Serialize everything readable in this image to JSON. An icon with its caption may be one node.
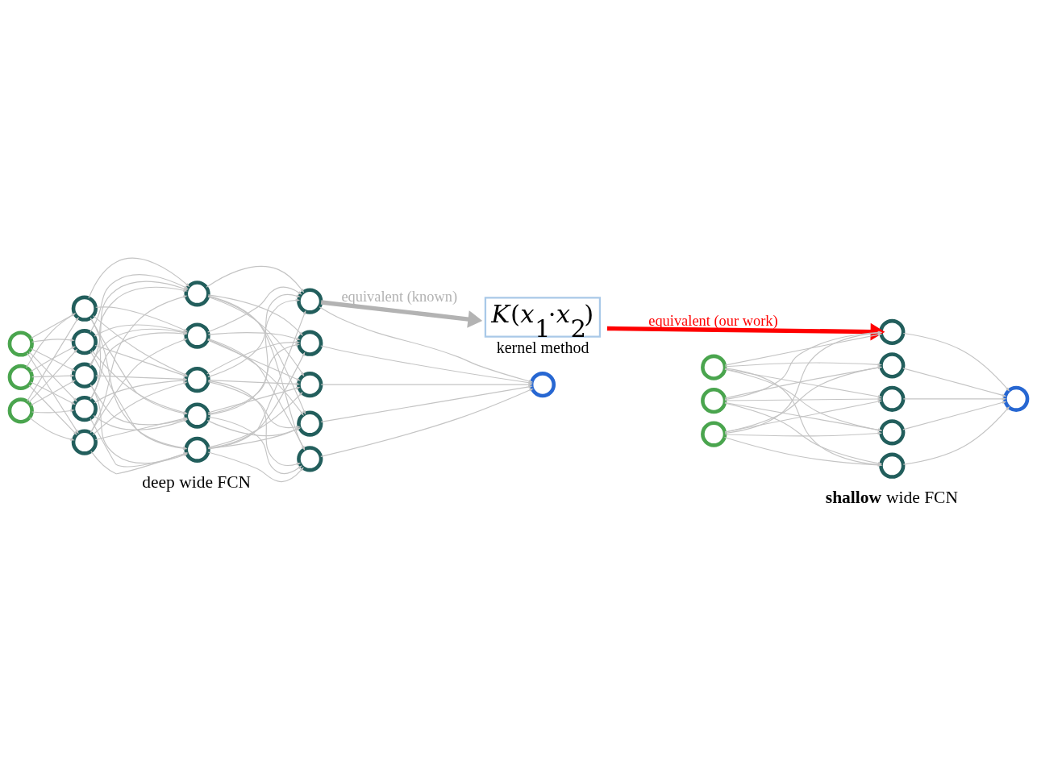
{
  "diagram": {
    "nodes": [
      {
        "text": [
          "*K*(*x*$_{1}$·*x*$_{2}$)",
          "kernel method"
        ]
      },
      {
        "text": [],
        "shape": "circle"
      },
      {
        "text": [],
        "shape": "circle"
      },
      {
        "text": [],
        "shape": "circle"
      },
      {
        "text": [],
        "shape": "circle"
      },
      {
        "text": [],
        "shape": "circle"
      },
      {
        "text": [],
        "shape": "circle"
      },
      {
        "text": [],
        "shape": "circle"
      },
      {
        "text": [],
        "shape": "circle"
      },
      {
        "text": [],
        "shape": "circle"
      },
      {
        "text": [],
        "shape": "circle"
      },
      {
        "text": [],
        "shape": "circle"
      },
      {
        "text": [],
        "shape": "circle"
      },
      {
        "text": [],
        "shape": "circle"
      },
      {
        "text": [],
        "shape": "circle"
      },
      {
        "text": [],
        "shape": "circle"
      },
      {
        "text": [],
        "shape": "circle"
      },
      {
        "text": [],
        "shape": "circle"
      },
      {
        "text": [],
        "shape": "circle"
      },
      {
        "text": [],
        "shape": "circle"
      },
      {
        "text": [],
        "shape": "circle"
      },
      {
        "text": [],
        "shape": "circle"
      },
      {
        "text": [],
        "shape": "circle"
      },
      {
        "text": [],
        "shape": "circle"
      },
      {
        "text": [],
        "shape": "circle"
      },
      {
        "text": [],
        "shape": "circle"
      },
      {
        "text": [],
        "shape": "circle"
      },
      {
        "text": [],
        "shape": "circle"
      },
      {
        "text": [],
        "shape": "circle"
      }
    ],
    "edges": [
      {
        "from": 1,
        "to": 4,
        "arrow": "to"
      },
      {
        "from": 1,
        "to": 5,
        "arrow": "to"
      },
      {
        "from": 1,
        "to": 6,
        "arrow": "to"
      },
      {
        "from": 1,
        "to": 7,
        "arrow": "to"
      },
      {
        "from": 1,
        "to": 8,
        "arrow": "to"
      },
      {
        "from": 2,
        "to": 4,
        "arrow": "to"
      },
      {
        "from": 2,
        "to": 5,
        "arrow": "to"
      },
      {
        "from": 2,
        "to": 6,
        "arrow": "to"
      },
      {
        "from": 2,
        "to": 7,
        "arrow": "to"
      },
      {
        "from": 2,
        "to": 8,
        "arrow": "to"
      },
      {
        "from": 3,
        "to": 4,
        "arrow": "to"
      },
      {
        "from": 3,
        "to": 5,
        "arrow": "to"
      },
      {
        "from": 3,
        "to": 6,
        "arrow": "to"
      },
      {
        "from": 3,
        "to": 7,
        "arrow": "to"
      },
      {
        "from": 3,
        "to": 8,
        "arrow": "to"
      },
      {
        "from": 4,
        "to": 9,
        "arrow": "to"
      },
      {
        "from": 4,
        "to": 10,
        "arrow": "to"
      },
      {
        "from": 4,
        "to": 11,
        "arrow": "to"
      },
      {
        "from": 4,
        "to": 12,
        "arrow": "to"
      },
      {
        "from": 4,
        "to": 13,
        "arrow": "to"
      },
      {
        "from": 5,
        "to": 9,
        "arrow": "to"
      },
      {
        "from": 5,
        "to": 10,
        "arrow": "to"
      },
      {
        "from": 5,
        "to": 11,
        "arrow": "to"
      },
      {
        "from": 5,
        "to": 12,
        "arrow": "to"
      },
      {
        "from": 5,
        "to": 13,
        "arrow": "to"
      },
      {
        "from": 6,
        "to": 9,
        "arrow": "to"
      },
      {
        "from": 6,
        "to": 10,
        "arrow": "to"
      },
      {
        "from": 6,
        "to": 11,
        "arrow": "to"
      },
      {
        "from": 6,
        "to": 12,
        "arrow": "to"
      },
      {
        "from": 6,
        "to": 13,
        "arrow": "to"
      },
      {
        "from": 7,
        "to": 9,
        "arrow": "to"
      },
      {
        "from": 7,
        "to": 10,
        "arrow": "to"
      },
      {
        "from": 7,
        "to": 11,
        "arrow": "to"
      },
      {
        "from": 7,
        "to": 12,
        "arrow": "to"
      },
      {
        "from": 7,
        "to": 13,
        "arrow": "to"
      },
      {
        "from": 8,
        "to": 9,
        "arrow": "to"
      },
      {
        "from": 8,
        "to": 10,
        "arrow": "to"
      },
      {
        "from": 8,
        "to": 11,
        "arrow": "to"
      },
      {
        "from": 8,
        "to": 12,
        "arrow": "to"
      },
      {
        "from": 8,
        "to": 13,
        "arrow": "to"
      },
      {
        "from": 9,
        "to": 14,
        "arrow": "to"
      },
      {
        "from": 9,
        "to": 15,
        "arrow": "to"
      },
      {
        "from": 9,
        "to": 16,
        "arrow": "to"
      },
      {
        "from": 9,
        "to": 17,
        "arrow": "to"
      },
      {
        "from": 9,
        "to": 18,
        "arrow": "to"
      },
      {
        "from": 10,
        "to": 14,
        "arrow": "to"
      },
      {
        "from": 10,
        "to": 15,
        "arrow": "to"
      },
      {
        "from": 10,
        "to": 16,
        "arrow": "to"
      },
      {
        "from": 10,
        "to": 17,
        "arrow": "to"
      },
      {
        "from": 10,
        "to": 18,
        "arrow": "to"
      },
      {
        "from": 11,
        "to": 14,
        "arrow": "to"
      },
      {
        "from": 11,
        "to": 15,
        "arrow": "to"
      },
      {
        "from": 11,
        "to": 16,
        "arrow": "to"
      },
      {
        "from": 11,
        "to": 17,
        "arrow": "to"
      },
      {
        "from": 11,
        "to": 18,
        "arrow": "to"
      },
      {
        "from": 12,
        "to": 14,
        "arrow": "to"
      },
      {
        "from": 12,
        "to": 15,
        "arrow": "to"
      },
      {
        "from": 12,
        "to": 16,
        "arrow": "to"
      },
      {
        "from": 12,
        "to": 17,
        "arrow": "to"
      },
      {
        "from": 12,
        "to": 18,
        "arrow": "to"
      },
      {
        "from": 13,
        "to": 14,
        "arrow": "to"
      },
      {
        "from": 13,
        "to": 15,
        "arrow": "to"
      },
      {
        "from": 13,
        "to": 16,
        "arrow": "to"
      },
      {
        "from": 13,
        "to": 17,
        "arrow": "to"
      },
      {
        "from": 13,
        "to": 18,
        "arrow": "to"
      },
      {
        "from": 14,
        "to": 19,
        "arrow": "to"
      },
      {
        "from": 15,
        "to": 19,
        "arrow": "to"
      },
      {
        "from": 16,
        "to": 19,
        "arrow": "to"
      },
      {
        "from": 17,
        "to": 19,
        "arrow": "to"
      },
      {
        "from": 18,
        "to": 19,
        "arrow": "to"
      },
      {
        "from": 20,
        "to": 23,
        "arrow": "to"
      },
      {
        "from": 20,
        "to": 24,
        "arrow": "to"
      },
      {
        "from": 20,
        "to": 25,
        "arrow": "to"
      },
      {
        "from": 20,
        "to": 26,
        "arrow": "to"
      },
      {
        "from": 20,
        "to": 27,
        "arrow": "to"
      },
      {
        "from": 21,
        "to": 23,
        "arrow": "to"
      },
      {
        "from": 21,
        "to": 24,
        "arrow": "to"
      },
      {
        "from": 21,
        "to": 25,
        "arrow": "to"
      },
      {
        "from": 21,
        "to": 26,
        "arrow": "to"
      },
      {
        "from": 21,
        "to": 27,
        "arrow": "to"
      },
      {
        "from": 22,
        "to": 23,
        "arrow": "to"
      },
      {
        "from": 22,
        "to": 24,
        "arrow": "to"
      },
      {
        "from": 22,
        "to": 25,
        "arrow": "to"
      },
      {
        "from": 22,
        "to": 26,
        "arrow": "to"
      },
      {
        "from": 22,
        "to": 27,
        "arrow": "to"
      },
      {
        "from": 23,
        "to": 28,
        "arrow": "to"
      },
      {
        "from": 24,
        "to": 28,
        "arrow": "to"
      },
      {
        "from": 25,
        "to": 28,
        "arrow": "to"
      },
      {
        "from": 26,
        "to": 28,
        "arrow": "to"
      },
      {
        "from": 27,
        "to": 28,
        "arrow": "to"
      },
      {
        "from": 14,
        "to": 0,
        "arrow": "to",
        "label": "equivalent (known)",
        "style": "thick",
        "color": "#b3b3b3"
      },
      {
        "from": 0,
        "to": 23,
        "arrow": "to",
        "label": "equivalent (our work)",
        "style": "thick",
        "color": "#ff0000"
      }
    ],
    "labels": [
      "deep wide FCN",
      "**shallow** wide FCN"
    ]
  }
}
